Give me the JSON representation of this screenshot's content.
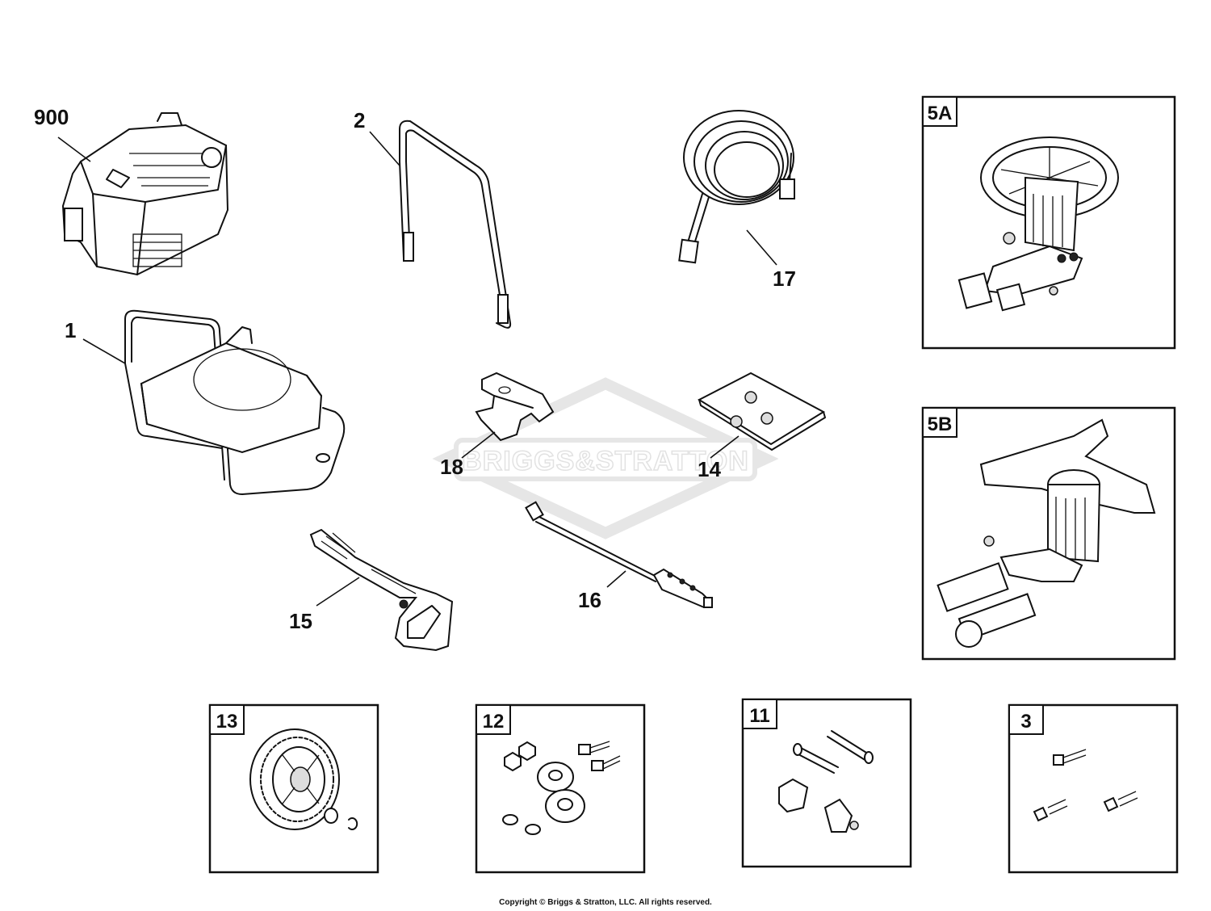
{
  "diagram": {
    "watermark": "BRIGGS&STRATTON",
    "copyright": "Copyright © Briggs & Stratton, LLC. All rights reserved.",
    "parts": [
      {
        "ref": "900"
      },
      {
        "ref": "2"
      },
      {
        "ref": "17"
      },
      {
        "ref": "1"
      },
      {
        "ref": "18"
      },
      {
        "ref": "14"
      },
      {
        "ref": "15"
      },
      {
        "ref": "16"
      }
    ],
    "boxed_parts": [
      {
        "ref": "5A"
      },
      {
        "ref": "5B"
      },
      {
        "ref": "13"
      },
      {
        "ref": "12"
      },
      {
        "ref": "11"
      },
      {
        "ref": "3"
      }
    ]
  }
}
